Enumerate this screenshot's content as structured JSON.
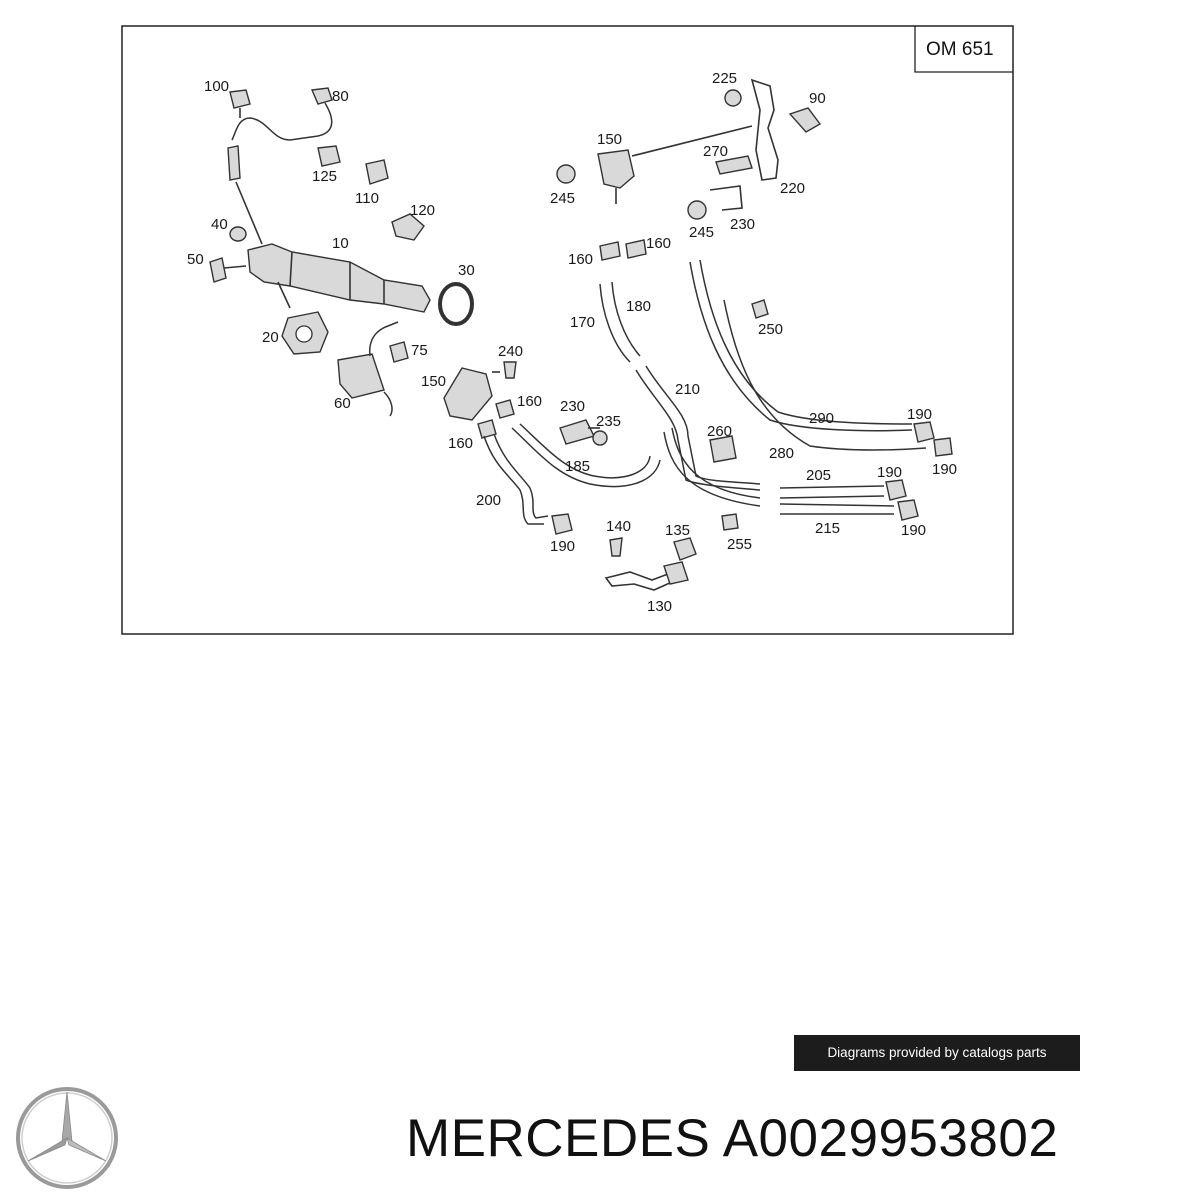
{
  "diagram": {
    "engine_code": "OM 651",
    "labels": [
      {
        "id": "100",
        "t": "100"
      },
      {
        "id": "80",
        "t": "80"
      },
      {
        "id": "125",
        "t": "125"
      },
      {
        "id": "110",
        "t": "110"
      },
      {
        "id": "120",
        "t": "120"
      },
      {
        "id": "40",
        "t": "40"
      },
      {
        "id": "10",
        "t": "10"
      },
      {
        "id": "50",
        "t": "50"
      },
      {
        "id": "30",
        "t": "30"
      },
      {
        "id": "20",
        "t": "20"
      },
      {
        "id": "75",
        "t": "75"
      },
      {
        "id": "60",
        "t": "60"
      },
      {
        "id": "240",
        "t": "240"
      },
      {
        "id": "150b",
        "t": "150"
      },
      {
        "id": "160c",
        "t": "160"
      },
      {
        "id": "160d",
        "t": "160"
      },
      {
        "id": "230b",
        "t": "230"
      },
      {
        "id": "235",
        "t": "235"
      },
      {
        "id": "185",
        "t": "185"
      },
      {
        "id": "200",
        "t": "200"
      },
      {
        "id": "190c",
        "t": "190"
      },
      {
        "id": "140",
        "t": "140"
      },
      {
        "id": "135",
        "t": "135"
      },
      {
        "id": "130",
        "t": "130"
      },
      {
        "id": "255",
        "t": "255"
      },
      {
        "id": "260",
        "t": "260"
      },
      {
        "id": "225",
        "t": "225"
      },
      {
        "id": "90",
        "t": "90"
      },
      {
        "id": "150a",
        "t": "150"
      },
      {
        "id": "270",
        "t": "270"
      },
      {
        "id": "220",
        "t": "220"
      },
      {
        "id": "245a",
        "t": "245"
      },
      {
        "id": "245b",
        "t": "245"
      },
      {
        "id": "230a",
        "t": "230"
      },
      {
        "id": "160a",
        "t": "160"
      },
      {
        "id": "160b",
        "t": "160"
      },
      {
        "id": "170",
        "t": "170"
      },
      {
        "id": "180",
        "t": "180"
      },
      {
        "id": "250",
        "t": "250"
      },
      {
        "id": "210",
        "t": "210"
      },
      {
        "id": "290",
        "t": "290"
      },
      {
        "id": "190a",
        "t": "190"
      },
      {
        "id": "190b",
        "t": "190"
      },
      {
        "id": "280",
        "t": "280"
      },
      {
        "id": "205",
        "t": "205"
      },
      {
        "id": "190d",
        "t": "190"
      },
      {
        "id": "215",
        "t": "215"
      },
      {
        "id": "190e",
        "t": "190"
      }
    ]
  },
  "credit_text": "Diagrams provided by catalogs parts",
  "footer": {
    "brand": "MERCEDES",
    "part_number": "A0029953802"
  },
  "logo_icon": "mercedes-star-icon"
}
